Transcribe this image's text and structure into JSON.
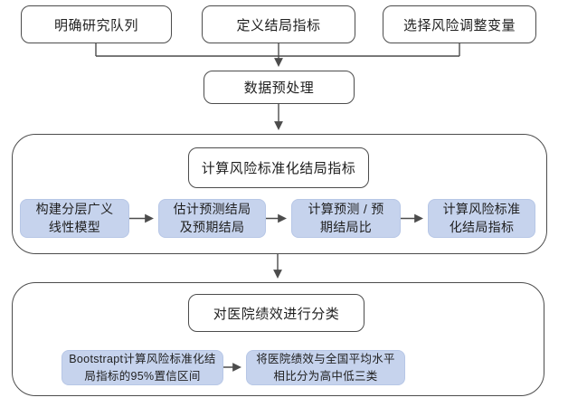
{
  "diagram": {
    "colors": {
      "step_fill": "#c6d3ed",
      "line": "#4c4c4c",
      "box_background": "#ffffff",
      "text": "#1f1f1f"
    },
    "top_row": [
      "明确研究队列",
      "定义结局指标",
      "选择风险调整变量"
    ],
    "preprocess": "数据预处理",
    "section1": {
      "title": "计算风险标准化结局指标",
      "steps": [
        "构建分层广义\n线性模型",
        "估计预测结局\n及预期结局",
        "计算预测 / 预\n期结局比",
        "计算风险标准\n化结局指标"
      ]
    },
    "section2": {
      "title": "对医院绩效进行分类",
      "steps": [
        "Bootstrapt计算风险标准化结\n局指标的95%置信区间",
        "将医院绩效与全国平均水平\n相比分为高中低三类"
      ]
    }
  }
}
